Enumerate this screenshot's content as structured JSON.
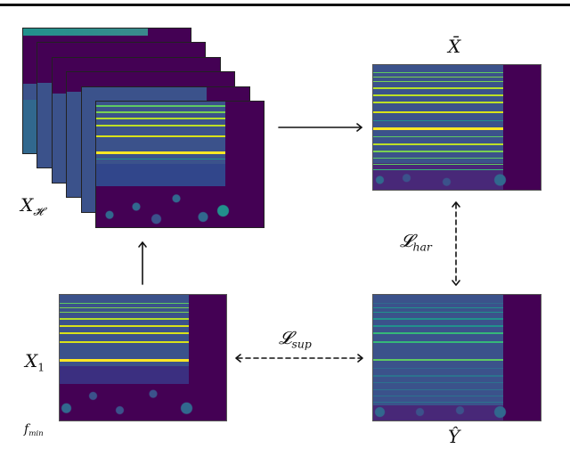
{
  "figure": {
    "type": "method-overview-diagram",
    "colormap": "viridis",
    "colors": {
      "background_purple": "#440154",
      "mid_blue": "#31688e",
      "teal": "#21918c",
      "green": "#5ec962",
      "yellow": "#fde725",
      "arrow": "#111111"
    }
  },
  "nodes": {
    "stack": {
      "label_main": "X",
      "label_sub": "𝓗",
      "frame_count": 6,
      "description": "stack of harmonic spectrograms"
    },
    "x_bar": {
      "label": "X̄"
    },
    "x1": {
      "label_main": "X",
      "label_sub": "1"
    },
    "y_hat": {
      "label": "Ŷ"
    },
    "f_min": {
      "label_main": "f",
      "label_sub": "min"
    }
  },
  "edges": {
    "stack_to_xbar": {
      "style": "solid",
      "direction": "right"
    },
    "x1_to_stack": {
      "style": "solid",
      "direction": "up"
    },
    "har_loss": {
      "style": "dashed",
      "direction": "both-vertical",
      "label_main": "𝓛",
      "label_sub": "har"
    },
    "sup_loss": {
      "style": "dashed",
      "direction": "both-horizontal",
      "label_main": "𝓛",
      "label_sub": "sup"
    }
  }
}
